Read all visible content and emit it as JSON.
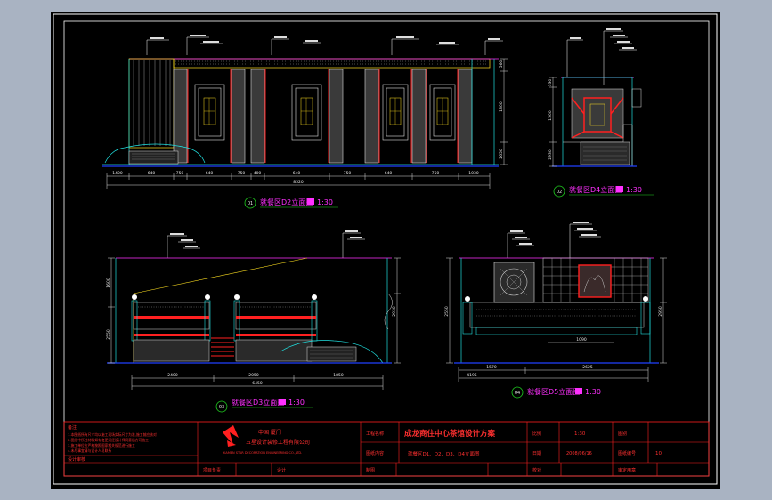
{
  "colors": {
    "background": "#a9b3c2",
    "sheet": "#000000",
    "frame": "#ffffff",
    "title_block": "#ff2020",
    "cyan": "#20e0e0",
    "yellow": "#ffe020",
    "green": "#20d020",
    "blue": "#2040ff",
    "magenta": "#ff30ff",
    "red": "#ff2020"
  },
  "views": {
    "d2": {
      "caption": "就餐区D2立面图",
      "scale": "1:30",
      "marker": "01"
    },
    "d4": {
      "caption": "就餐区D4立面图",
      "scale": "1:30",
      "marker": "02"
    },
    "d3": {
      "caption": "就餐区D3立面图",
      "scale": "1:30",
      "marker": "03"
    },
    "d5": {
      "caption": "就餐区D5立面图",
      "scale": "1:30",
      "marker": "04"
    }
  },
  "dimensions": {
    "d2_bottom": [
      "1400",
      "640",
      "750",
      "640",
      "750",
      "400",
      "640",
      "750",
      "640",
      "750",
      "1030"
    ],
    "d2_total": "8520",
    "d2_right": [
      "560",
      "1800",
      "2650"
    ],
    "d4_right": [
      "330",
      "1500",
      "2930"
    ],
    "d3_bottom": [
      "2400",
      "2050",
      "1850"
    ],
    "d3_total": "6450",
    "d3_right": [
      "1600",
      "2550",
      "2930"
    ],
    "d5_bottom": [
      "1570",
      "2625"
    ],
    "d5_total": "4195",
    "d5_right": [
      "2550",
      "2950"
    ],
    "d5_inner": "1090"
  },
  "title_block": {
    "notes_heading": "备注",
    "notes_lines": [
      "1.本图纸所有尺寸均以施工现场实际尺寸为准,施工前应核对",
      "2.图纸中所注材料如有变更须经设计师同意后方可施工",
      "3.施工单位应严格按照国家相关规范进行施工",
      "4.未尽事宜请与设计人员联系"
    ],
    "design_review_label": "设计审核",
    "company_cn_top": "中国  厦门",
    "company_cn": "五星设计装修工程有限公司",
    "company_en": "XIAMEN STAR DECORATION ENGINEERING CO.,LTD.",
    "project_label": "工程名称",
    "project_name": "成龙商住中心茶馆设计方案",
    "drawing_label": "图纸内容",
    "drawing_name": "就餐区D1、D2、D3、D4立面图",
    "scale_label": "比例",
    "scale_value": "1:30",
    "sheet_label": "图别",
    "date_label": "日期",
    "date_value": "2008/06/16",
    "number_label": "图纸编号",
    "number_value": "10",
    "project_lead_label": "项目负责",
    "design_label": "设计",
    "draw_label": "制图",
    "check_label": "校对",
    "approve_label": "审定用章"
  }
}
